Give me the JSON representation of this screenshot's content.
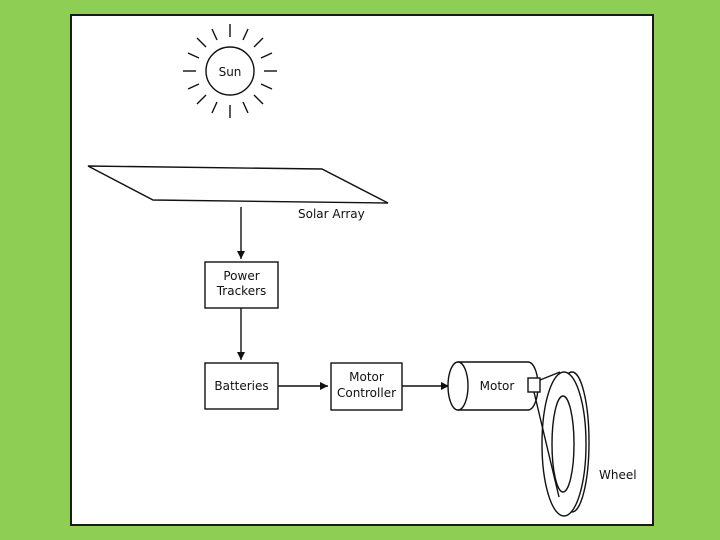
{
  "diagram": {
    "labels": {
      "sun": "Sun",
      "solar_array": "Solar Array",
      "power_trackers_line1": "Power",
      "power_trackers_line2": "Trackers",
      "batteries": "Batteries",
      "motor_controller_line1": "Motor",
      "motor_controller_line2": "Controller",
      "motor": "Motor",
      "wheel": "Wheel"
    },
    "colors": {
      "background": "#8fce54",
      "canvas": "#ffffff",
      "ink": "#111111"
    },
    "flow": [
      "Solar Array → Power Trackers",
      "Power Trackers → Batteries",
      "Batteries → Motor Controller",
      "Motor Controller → Motor",
      "Motor → Wheel"
    ]
  }
}
